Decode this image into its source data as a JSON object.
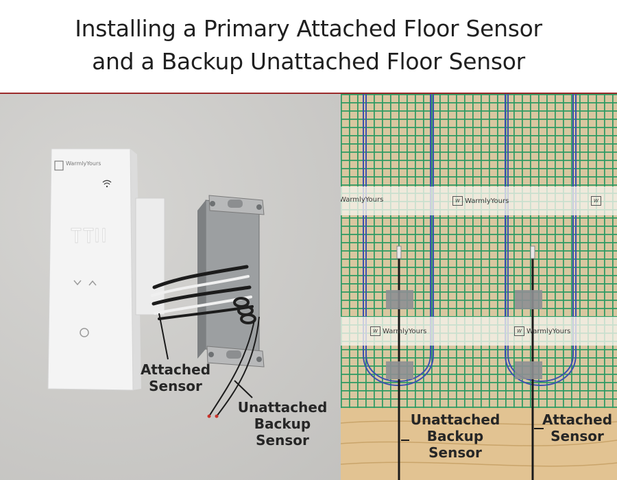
{
  "title": {
    "line1": "Installing a Primary Attached Floor Sensor",
    "line2": "and a Backup Unattached Floor Sensor"
  },
  "left_panel": {
    "thermostat_brand": "WarmlyYours",
    "callouts": {
      "attached": {
        "line1": "Attached",
        "line2": "Sensor"
      },
      "unattached": {
        "line1": "Unattached",
        "line2": "Backup",
        "line3": "Sensor"
      }
    }
  },
  "right_panel": {
    "tape_brand": "WarmlyYours",
    "callouts": {
      "unattached": {
        "line1": "Unattached",
        "line2": "Backup",
        "line3": "Sensor"
      },
      "attached": {
        "line1": "Attached",
        "line2": "Sensor"
      }
    }
  },
  "colors": {
    "divider": "#9b2b2b",
    "wall": "#cdccc9",
    "mat_grid": "#2e9a63",
    "heating_cable": "#3d4fb0",
    "subfloor": "#e2c392",
    "sensor_wire": "#1a1a1a"
  }
}
